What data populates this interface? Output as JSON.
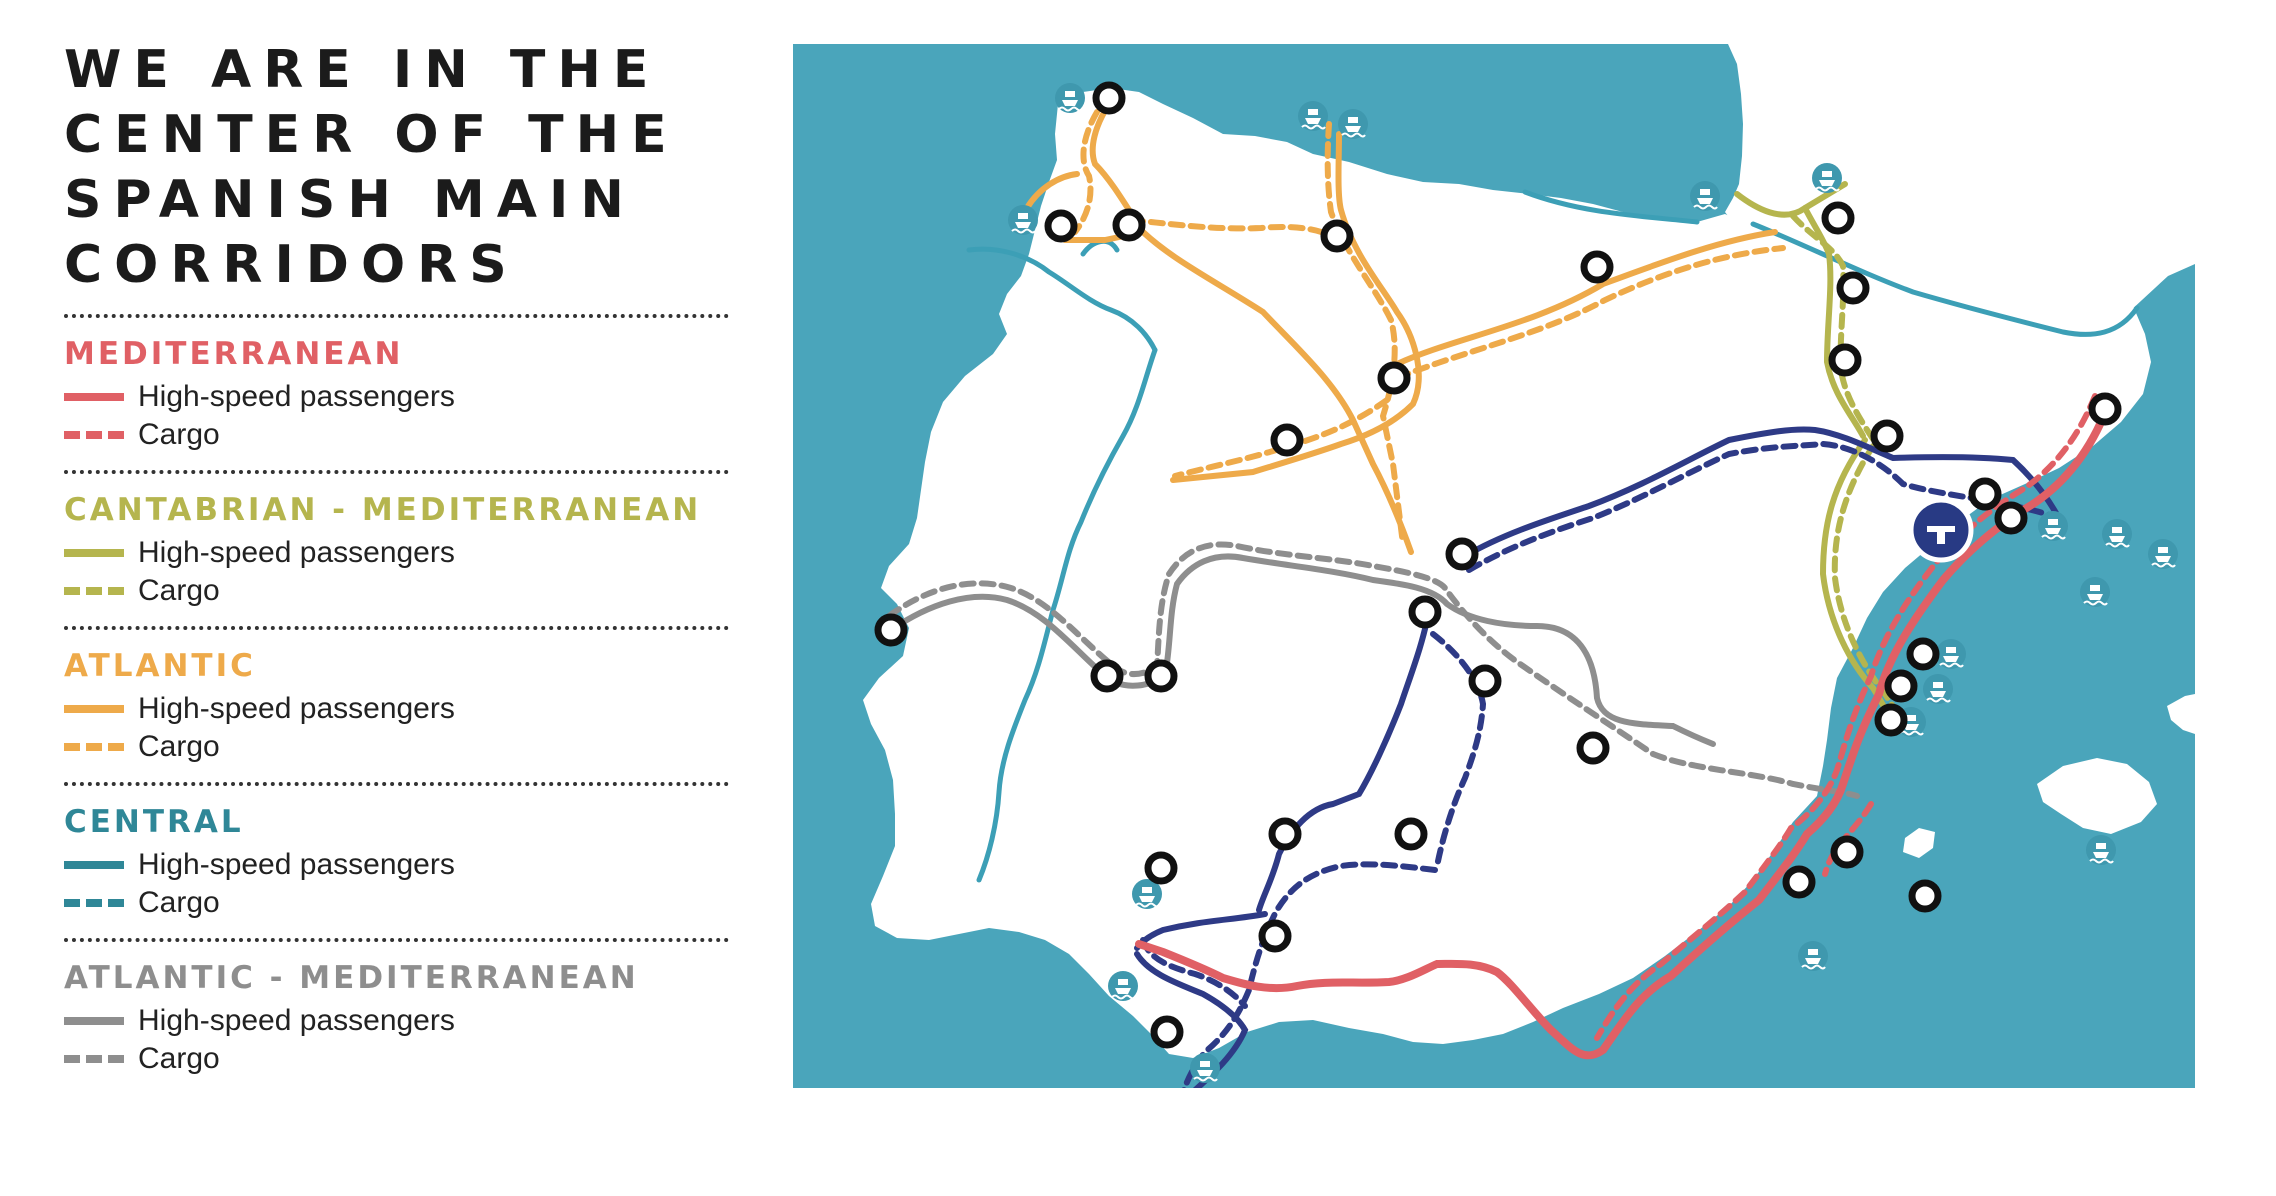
{
  "title_lines": [
    "WE ARE IN THE",
    "CENTER OF THE",
    "SPANISH MAIN",
    "CORRIDORS"
  ],
  "colors": {
    "sea": "#4aa5bb",
    "land": "#ffffff",
    "river": "#3c9fb6",
    "node_stroke": "#111111",
    "hub": "#283a84"
  },
  "legend": {
    "passengers_label": "High-speed passengers",
    "cargo_label": "Cargo",
    "corridors": [
      {
        "name": "MEDITERRANEAN",
        "color": "#e06065"
      },
      {
        "name": "CANTABRIAN - MEDITERRANEAN",
        "color": "#b5b54e"
      },
      {
        "name": "ATLANTIC",
        "color": "#eeaa4a"
      },
      {
        "name": "CENTRAL",
        "color": "#2f8797"
      },
      {
        "name": "ATLANTIC - MEDITERRANEAN",
        "color": "#8e8e8e"
      }
    ]
  },
  "map": {
    "port_icon": "ship-icon",
    "hub_icon": "logistics-hub-icon",
    "node_icon": "station-node",
    "central_route_color": "#2e3a86"
  }
}
